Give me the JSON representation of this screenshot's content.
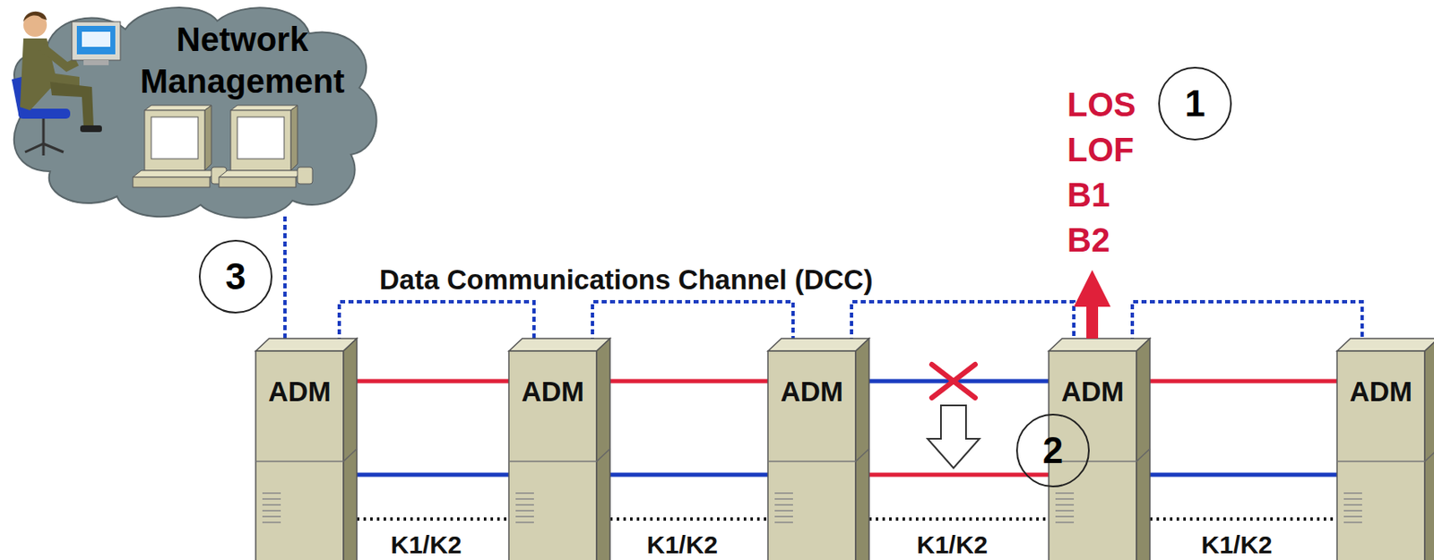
{
  "diagram": {
    "nodes": [
      {
        "text": [
          "Network Management"
        ]
      },
      {
        "text": [
          "ADM"
        ]
      },
      {
        "text": [
          "ADM"
        ]
      },
      {
        "text": [
          "ADM"
        ]
      },
      {
        "text": [
          "ADM"
        ]
      },
      {
        "text": [
          "ADM"
        ]
      }
    ],
    "edges": [
      {
        "from": 0,
        "to": 1,
        "arrow": "none"
      },
      {
        "from": 1,
        "to": 2,
        "arrow": "none"
      },
      {
        "from": 1,
        "to": 2,
        "arrow": "none"
      },
      {
        "from": 1,
        "to": 2,
        "arrow": "none"
      },
      {
        "from": 1,
        "to": 2,
        "label": "K1/K2",
        "arrow": "none"
      },
      {
        "from": 2,
        "to": 3,
        "arrow": "none"
      },
      {
        "from": 2,
        "to": 3,
        "arrow": "none"
      },
      {
        "from": 2,
        "to": 3,
        "arrow": "none"
      },
      {
        "from": 2,
        "to": 3,
        "label": "K1/K2",
        "arrow": "none"
      },
      {
        "from": 3,
        "to": 4,
        "arrow": "none"
      },
      {
        "from": 3,
        "to": 4,
        "arrow": "none"
      },
      {
        "from": 3,
        "to": 4,
        "arrow": "none"
      },
      {
        "from": 3,
        "to": 4,
        "label": "K1/K2",
        "arrow": "none"
      },
      {
        "from": 4,
        "to": 5,
        "arrow": "none"
      },
      {
        "from": 4,
        "to": 5,
        "arrow": "none"
      },
      {
        "from": 4,
        "to": 5,
        "arrow": "none"
      },
      {
        "from": 4,
        "to": 5,
        "label": "K1/K2",
        "arrow": "none"
      }
    ],
    "labels": [
      "LOS",
      "LOF",
      "B1",
      "B2",
      "1",
      "2",
      "3",
      "Data Communications Channel (DCC)"
    ]
  }
}
